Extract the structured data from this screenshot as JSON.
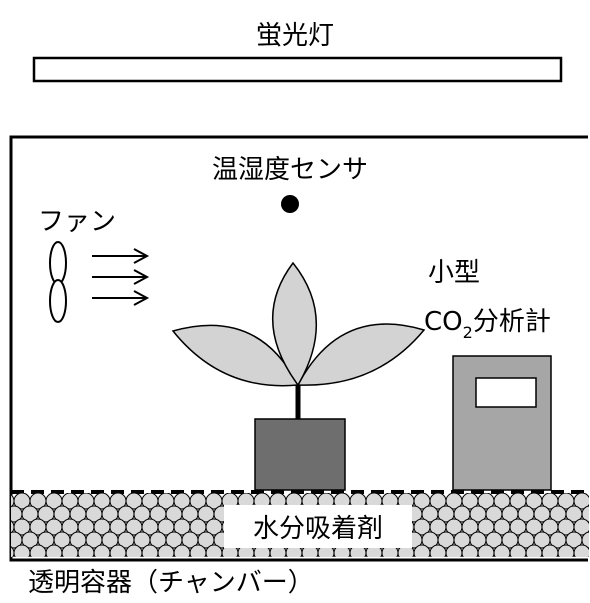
{
  "labels": {
    "lamp": "蛍光灯",
    "sensor": "温湿度センサ",
    "fan": "ファン",
    "analyzer_line1": "小型",
    "analyzer_co": "CO",
    "analyzer_sub": "2",
    "analyzer_rest": "分析計",
    "absorbent": "水分吸着剤",
    "container": "透明容器（チャンバー）"
  },
  "colors": {
    "leaf_fill": "#d3d3d3",
    "pot_fill": "#6e6e6e",
    "analyzer_fill": "#a6a6a6",
    "bead_fill": "#d9d9d9",
    "line": "#000000"
  }
}
